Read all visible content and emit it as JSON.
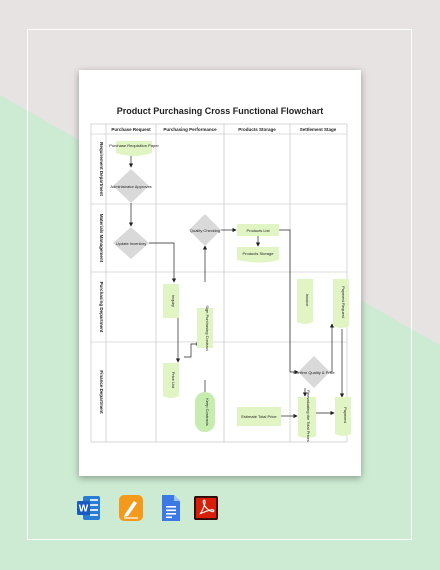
{
  "flowchart": {
    "title": "Product Purchasing Cross Functional Flowchart",
    "columns": [
      "Purchase Request",
      "Purchasing Performance",
      "Products Storage",
      "Settlement Stage"
    ],
    "lanes": [
      "Requirement Department",
      "Materials Management",
      "Purchasing Department",
      "Finance Department"
    ],
    "nodes": {
      "purchase_requisition": "Purchase Requisition Paper",
      "admin_approves": "Administrator Approves",
      "update_inventory": "Update Inventory",
      "quality_checking": "Quality Checking",
      "products_list": "Products List",
      "products_storage": "Products Storage",
      "inquiry": "Inquiry",
      "sign_contract": "Sign Purchasing Contract",
      "price_list": "Price List",
      "keep_contracts": "Keep Contracts",
      "invoice": "Invoice",
      "payment_request": "Payment Request",
      "confirm_quality": "Confirm Quality & Price",
      "estimate_price": "Estimate Total Price",
      "reevaluating": "Reevaluating the Total Prices",
      "payment": "Payment"
    }
  },
  "colors": {
    "shape_fill": "#e1f5c4",
    "diamond_fill": "#d9d9d9",
    "line": "#222222",
    "bg_green": "#cdebd2",
    "bg_gray": "#e8e3e3"
  },
  "file_formats": [
    "word-icon",
    "pages-icon",
    "google-docs-icon",
    "acrobat-pdf-icon"
  ]
}
